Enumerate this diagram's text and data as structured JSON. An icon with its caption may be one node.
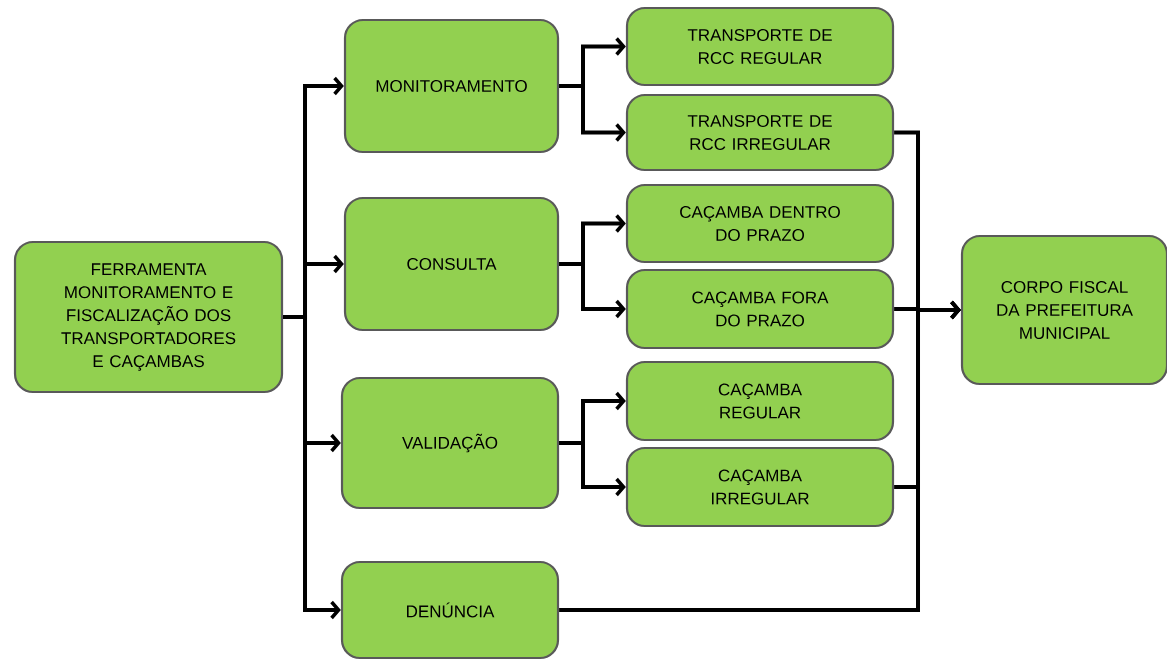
{
  "diagram": {
    "nodes": [
      {
        "text": [
          "FERRAMENTA MONITORAMENTO E FISCALIZAÇÃO DOS TRANSPORTADORES E CAÇAMBAS"
        ]
      },
      {
        "text": [
          "MONITORAMENTO"
        ]
      },
      {
        "text": [
          "CONSULTA"
        ]
      },
      {
        "text": [
          "VALIDAÇÃO"
        ]
      },
      {
        "text": [
          "DENÚNCIA"
        ]
      },
      {
        "text": [
          "TRANSPORTE DE RCC REGULAR"
        ]
      },
      {
        "text": [
          "TRANSPORTE DE RCC IRREGULAR"
        ]
      },
      {
        "text": [
          "CAÇAMBA DENTRO DO PRAZO"
        ]
      },
      {
        "text": [
          "CAÇAMBA FORA DO PRAZO"
        ]
      },
      {
        "text": [
          "CAÇAMBA REGULAR"
        ]
      },
      {
        "text": [
          "CAÇAMBA IRREGULAR"
        ]
      },
      {
        "text": [
          "CORPO FISCAL DA PREFEITURA MUNICIPAL"
        ]
      }
    ],
    "edges": [
      {
        "from": 0,
        "to": 1,
        "arrow": "to"
      },
      {
        "from": 0,
        "to": 2,
        "arrow": "to"
      },
      {
        "from": 0,
        "to": 3,
        "arrow": "to"
      },
      {
        "from": 0,
        "to": 4,
        "arrow": "to"
      },
      {
        "from": 1,
        "to": 5,
        "arrow": "to"
      },
      {
        "from": 1,
        "to": 6,
        "arrow": "to"
      },
      {
        "from": 2,
        "to": 7,
        "arrow": "to"
      },
      {
        "from": 2,
        "to": 8,
        "arrow": "to"
      },
      {
        "from": 3,
        "to": 9,
        "arrow": "to"
      },
      {
        "from": 3,
        "to": 10,
        "arrow": "to"
      },
      {
        "from": 6,
        "to": 11,
        "arrow": "to"
      },
      {
        "from": 8,
        "to": 11,
        "arrow": "to"
      },
      {
        "from": 10,
        "to": 11,
        "arrow": "to"
      },
      {
        "from": 4,
        "to": 11,
        "arrow": "to"
      }
    ]
  }
}
